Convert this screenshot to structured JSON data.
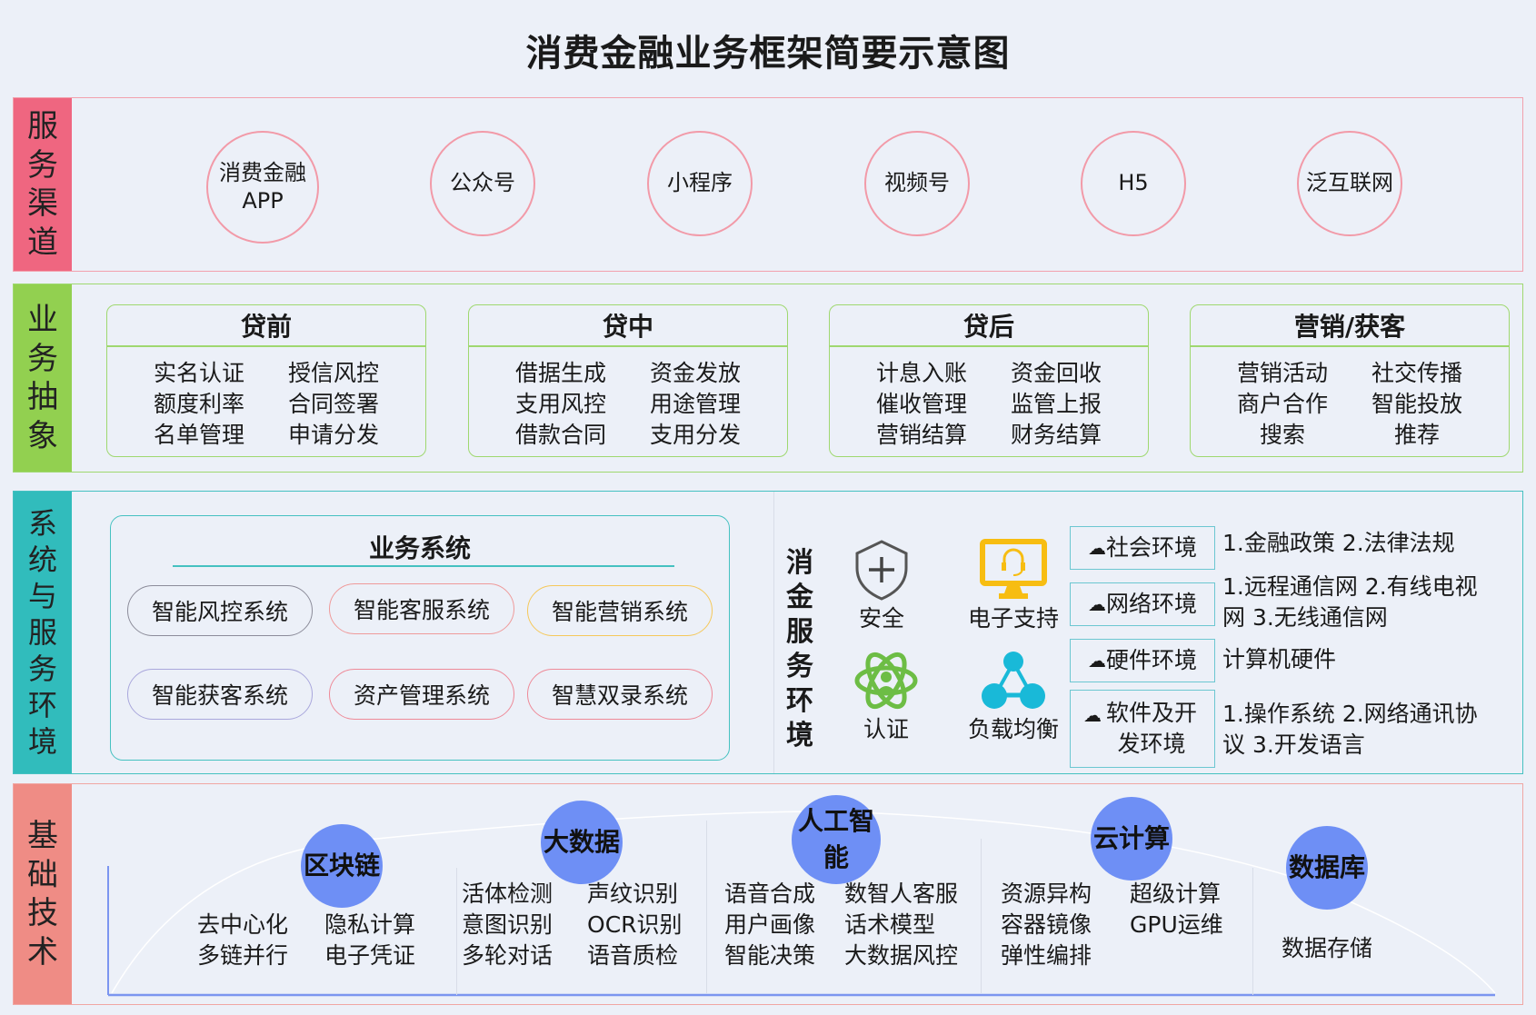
{
  "title": "消费金融业务框架简要示意图",
  "layers": {
    "channels": {
      "label": [
        "服",
        "务",
        "渠",
        "道"
      ],
      "items": [
        "消费金融\nAPP",
        "公众号",
        "小程序",
        "视频号",
        "H5",
        "泛互联网"
      ]
    },
    "business": {
      "label": [
        "业",
        "务",
        "抽",
        "象"
      ],
      "groups": [
        {
          "title": "贷前",
          "items": [
            "实名认证",
            "授信风控",
            "额度利率",
            "合同签署",
            "名单管理",
            "申请分发"
          ]
        },
        {
          "title": "贷中",
          "items": [
            "借据生成",
            "资金发放",
            "支用风控",
            "用途管理",
            "借款合同",
            "支用分发"
          ]
        },
        {
          "title": "贷后",
          "items": [
            "计息入账",
            "资金回收",
            "催收管理",
            "监管上报",
            "营销结算",
            "财务结算"
          ]
        },
        {
          "title": "营销/获客",
          "items": [
            "营销活动",
            "社交传播",
            "商户合作",
            "智能投放",
            "搜索",
            "推荐"
          ]
        }
      ]
    },
    "systems": {
      "label": [
        "系",
        "统",
        "与",
        "服",
        "务",
        "环",
        "境"
      ],
      "business_systems": {
        "title": "业务系统",
        "items": [
          {
            "name": "智能风控系统",
            "color": "#8c8c9a"
          },
          {
            "name": "智能客服系统",
            "color": "#ef9a9a"
          },
          {
            "name": "智能营销系统",
            "color": "#f5c85a"
          },
          {
            "name": "智能获客系统",
            "color": "#a9a7dc"
          },
          {
            "name": "资产管理系统",
            "color": "#ee8a98"
          },
          {
            "name": "智慧双录系统",
            "color": "#ee8a98"
          }
        ]
      },
      "service_env": {
        "title": [
          "消",
          "金",
          "服",
          "务",
          "环",
          "境"
        ],
        "icons": [
          {
            "label": "安全",
            "icon": "shield-plus-icon"
          },
          {
            "label": "电子支持",
            "icon": "monitor-headset-icon"
          },
          {
            "label": "认证",
            "icon": "atom-user-icon"
          },
          {
            "label": "负载均衡",
            "icon": "network-nodes-icon"
          }
        ],
        "environments": [
          {
            "name": "社会环境",
            "desc": "1.金融政策  2.法律法规"
          },
          {
            "name": "网络环境",
            "desc": "1.远程通信网  2.有线电视网  3.无线通信网"
          },
          {
            "name": "硬件环境",
            "desc": "计算机硬件"
          },
          {
            "name": "软件及开发环境",
            "desc": "1.操作系统  2.网络通讯协议  3.开发语言"
          }
        ]
      }
    },
    "tech": {
      "label": [
        "基",
        "础",
        "技",
        "术"
      ],
      "groups": [
        {
          "name": "区块链",
          "items": [
            "去中心化",
            "隐私计算",
            "多链并行",
            "电子凭证"
          ]
        },
        {
          "name": "大数据",
          "items": [
            "活体检测",
            "声纹识别",
            "意图识别",
            "OCR识别",
            "多轮对话",
            "语音质检"
          ]
        },
        {
          "name": "人工智能",
          "items": [
            "语音合成",
            "数智人客服",
            "用户画像",
            "话术模型",
            "智能决策",
            "大数据风控"
          ]
        },
        {
          "name": "云计算",
          "items": [
            "资源异构",
            "超级计算",
            "容器镜像",
            "GPU运维",
            "弹性编排",
            ""
          ]
        },
        {
          "name": "数据库",
          "items": [
            "数据存储"
          ]
        }
      ]
    }
  },
  "colors": {
    "channels": "#ef6680",
    "business": "#92d050",
    "systems": "#31bcbc",
    "tech": "#ef8c85",
    "tech_bubble": "#6e8ff5"
  }
}
